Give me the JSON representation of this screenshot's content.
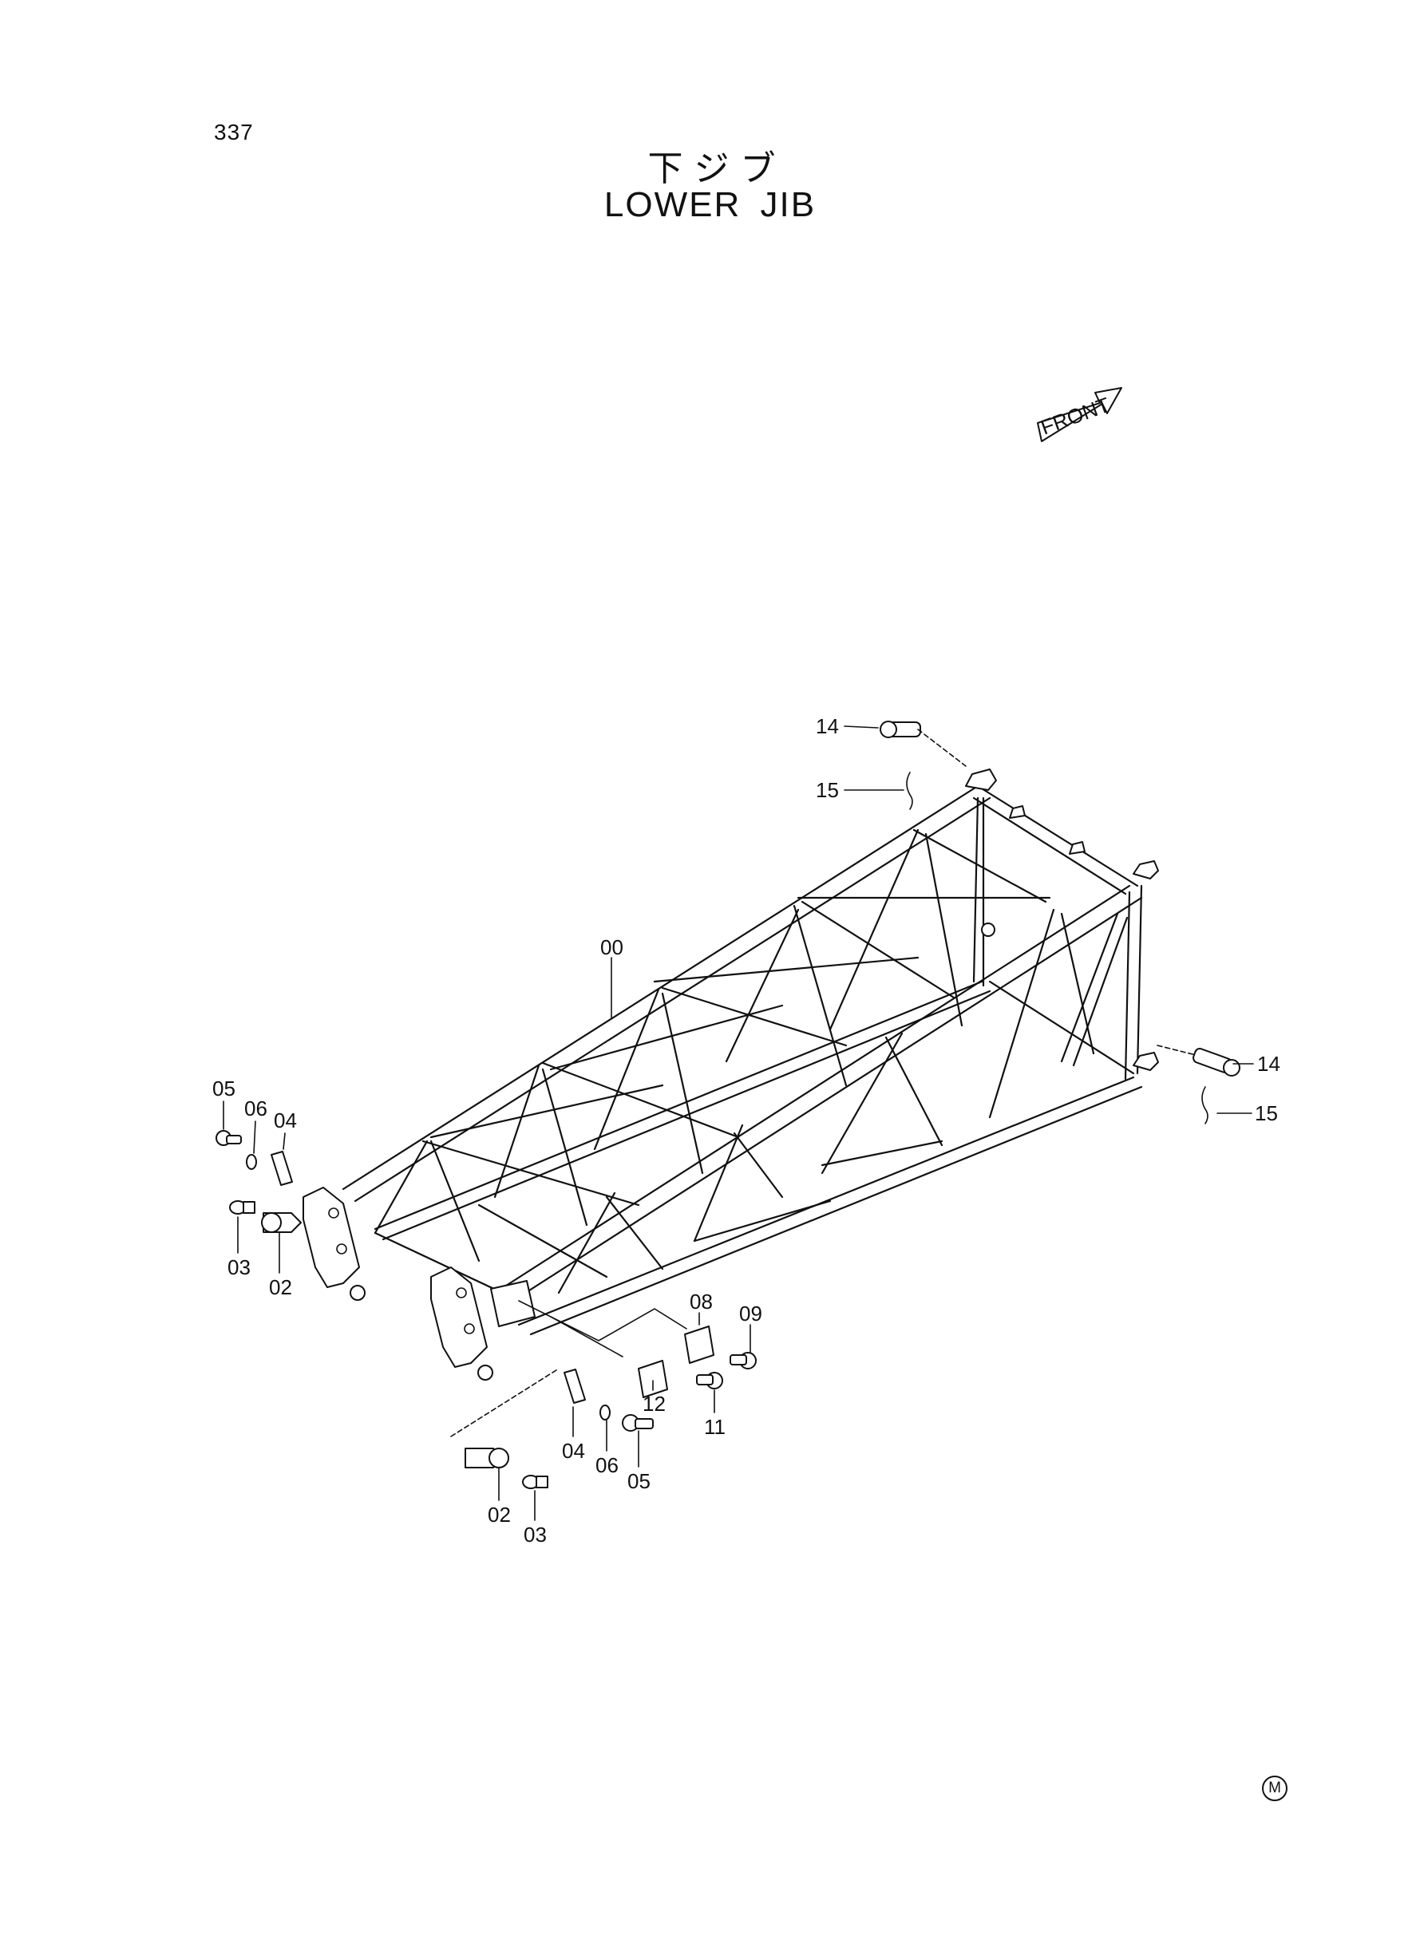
{
  "page_number": "337",
  "title_jp": "下ジブ",
  "title_en": "LOWER JIB",
  "front_arrow_label": "FRONT",
  "footer_mark": "M",
  "callouts": {
    "c00": "00",
    "c02a": "02",
    "c02b": "02",
    "c03a": "03",
    "c03b": "03",
    "c04a": "04",
    "c04b": "04",
    "c05a": "05",
    "c05b": "05",
    "c06a": "06",
    "c06b": "06",
    "c08": "08",
    "c09": "09",
    "c11": "11",
    "c12": "12",
    "c14a": "14",
    "c14b": "14",
    "c15a": "15",
    "c15b": "15"
  }
}
